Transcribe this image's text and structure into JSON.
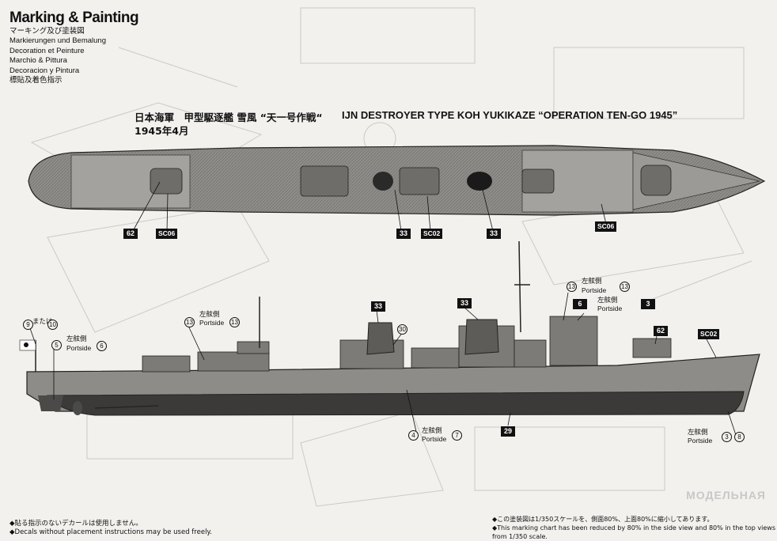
{
  "header": {
    "title": "Marking & Painting",
    "lines": [
      "マーキング及び塗装図",
      "Markierungen und Bemalung",
      "Decoration et Peinture",
      "Marchio & Pittura",
      "Decoracion y Pintura",
      "標貼及着色指示"
    ]
  },
  "ship": {
    "title_jp": "日本海軍　甲型駆逐艦 雪風 “天一号作戦“",
    "date_jp": "1945年4月",
    "title_en": "IJN DESTROYER TYPE KOH YUKIKAZE “OPERATION TEN-GO 1945”"
  },
  "top_callouts": {
    "c62": "62",
    "sc06a": "SC06",
    "c33a": "33",
    "sc02": "SC02",
    "c33b": "33",
    "sc06b": "SC06"
  },
  "side_callouts": {
    "n9": "9",
    "mata_wa": "または",
    "n10": "10",
    "n5": "5",
    "n6": "6",
    "portside": "Portside",
    "left_jp": "左舷側",
    "n13a": "13",
    "n13b": "13",
    "n33a": "33",
    "n30": "30",
    "n33b": "33",
    "n13c": "13",
    "n13d": "13",
    "n6b": "6",
    "n3": "3",
    "n62": "62",
    "sc02": "SC02",
    "n4": "4",
    "n7": "7",
    "n29": "29",
    "n3b": "3",
    "n8": "8"
  },
  "footer": {
    "left_jp": "◆貼る指示のないデカールは使用しません。",
    "left_en": "◆Decals without placement instructions may be used freely.",
    "right_jp": "◆この塗装図は1/350スケールを、側面80%、上面80%に縮小してあります。",
    "right_en": "◆This marking chart has been reduced by 80% in the side view and 80% in the top  views from 1/350 scale.",
    "watermark": "МОДЕЛЬНАЯ"
  },
  "colors": {
    "hull": "#8a8a86",
    "deck": "#9a9a96",
    "lower_hull": "#3a3a38",
    "line": "#222222"
  }
}
